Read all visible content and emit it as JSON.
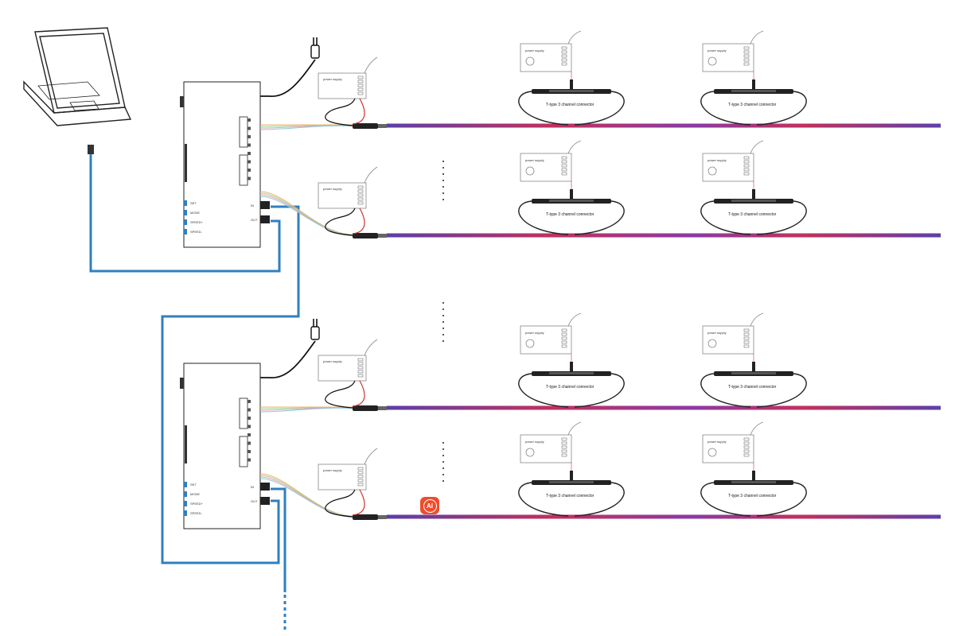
{
  "labels": {
    "power_supply": "power supply",
    "t_connector": "T-type 3 channel connector",
    "controller_ports": [
      "SET",
      "MODE",
      "SPEED+",
      "SPEED-"
    ],
    "controller_side": [
      "IN",
      "OUT"
    ],
    "ai_badge": "AI"
  },
  "colors": {
    "strip_start": "#5b3fa6",
    "strip_mid": "#c2305d",
    "strip_end": "#6a3fa0",
    "data_cable": "#2f7fc0",
    "line": "#222222",
    "red_wire": "#d0302a",
    "ai_badge": "#ee4d2d"
  },
  "icons": [
    "laptop-icon",
    "plug-icon",
    "power-supply-icon",
    "t-connector-icon",
    "led-controller-icon",
    "ai-badge-icon"
  ]
}
